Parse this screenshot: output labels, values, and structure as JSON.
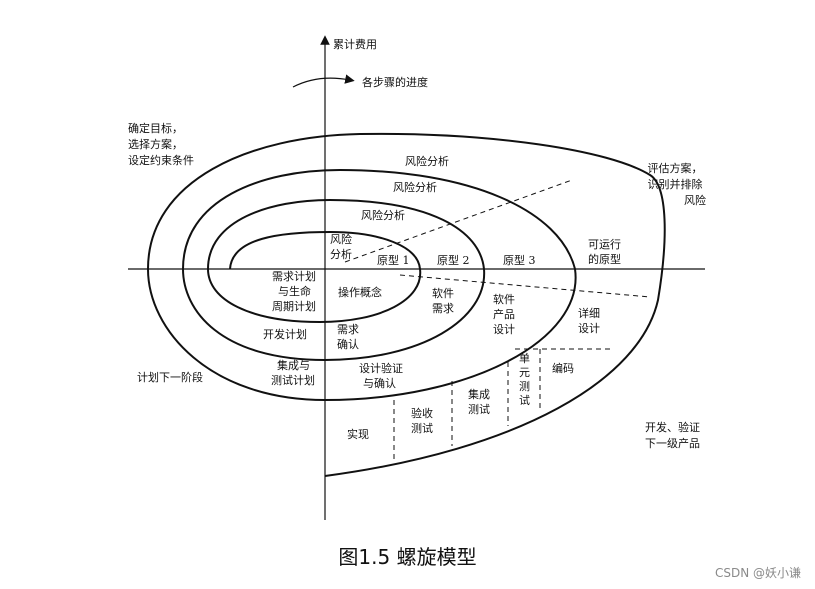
{
  "caption": "图1.5 螺旋模型",
  "watermark": "CSDN @妖小谦",
  "axis": {
    "y_label": "累计费用",
    "progress_label": "各步骤的进度"
  },
  "quadrants": {
    "top_left": [
      "确定目标，",
      "选择方案，",
      "设定约束条件"
    ],
    "top_right": [
      "评估方案，",
      "识别并排除",
      "风险"
    ],
    "left": "计划下一阶段",
    "bottom_right": [
      "开发、验证",
      "下一级产品"
    ]
  },
  "risk_analysis": {
    "outer": "风险分析",
    "middle": "风险分析",
    "inner": "风险分析",
    "center": [
      "风险",
      "分析"
    ]
  },
  "prototypes": {
    "p1": "原型 1",
    "p2": "原型 2",
    "p3": "原型 3",
    "operational": [
      "可运行",
      "的原型"
    ]
  },
  "lower_left": {
    "requirements_plan": [
      "需求计划",
      "与生命",
      "周期计划"
    ],
    "dev_plan": "开发计划",
    "integration_plan": [
      "集成与",
      "测试计划"
    ]
  },
  "lower_center": {
    "concept": "操作概念",
    "req_confirm": [
      "需求",
      "确认"
    ],
    "design_verify": [
      "设计验证",
      "与确认"
    ]
  },
  "lower_right": {
    "software_req": [
      "软件",
      "需求"
    ],
    "product_design": [
      "软件",
      "产品",
      "设计"
    ],
    "detailed_design": [
      "详细",
      "设计"
    ]
  },
  "bottom_steps": {
    "implement": "实现",
    "acceptance": [
      "验收",
      "测试"
    ],
    "integration_test": [
      "集成",
      "测试"
    ],
    "unit_test": [
      "单",
      "元",
      "测",
      "试"
    ],
    "coding": "编码"
  }
}
